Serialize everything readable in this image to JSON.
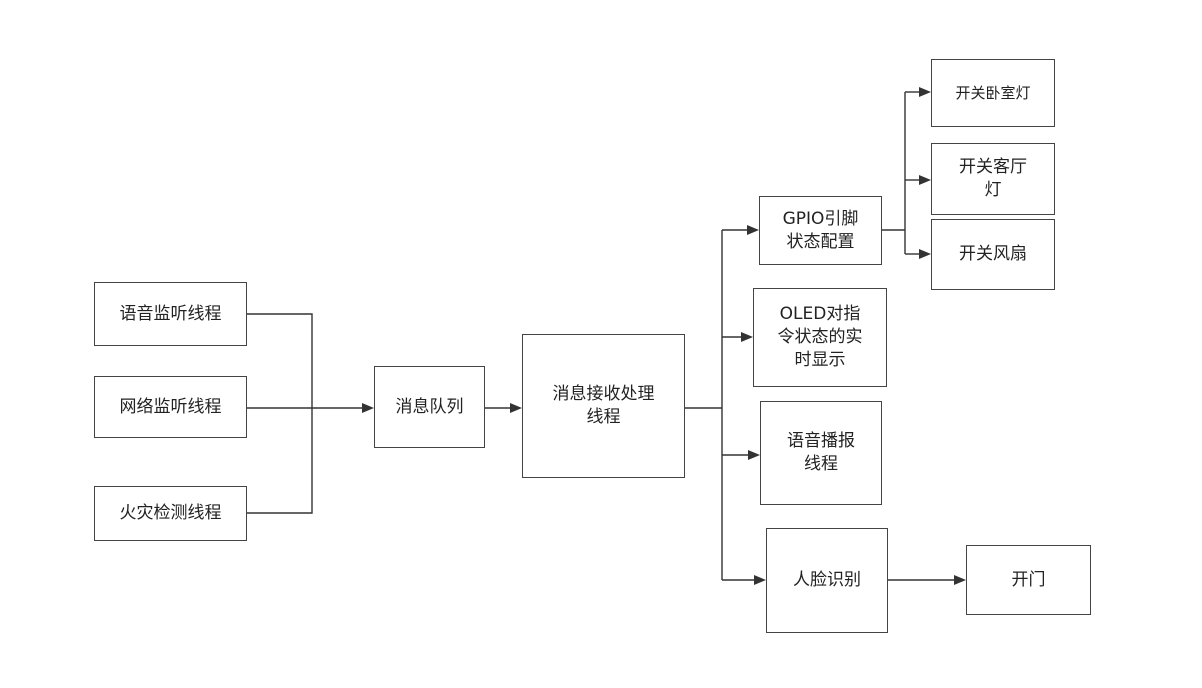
{
  "nodes": {
    "voice_listen": "语音监听线程",
    "net_listen": "网络监听线程",
    "fire_detect": "火灾检测线程",
    "msg_queue": "消息队列",
    "msg_process": "消息接收处理\n线程",
    "gpio": "GPIO引脚\n状态配置",
    "oled": "OLED对指\n令状态的实\n时显示",
    "voice_broadcast": "语音播报\n线程",
    "face_recog": "人脸识别",
    "bedroom_light": "开关卧室灯",
    "living_light": "开关客厅\n灯",
    "fan": "开关风扇",
    "open_door": "开门"
  }
}
